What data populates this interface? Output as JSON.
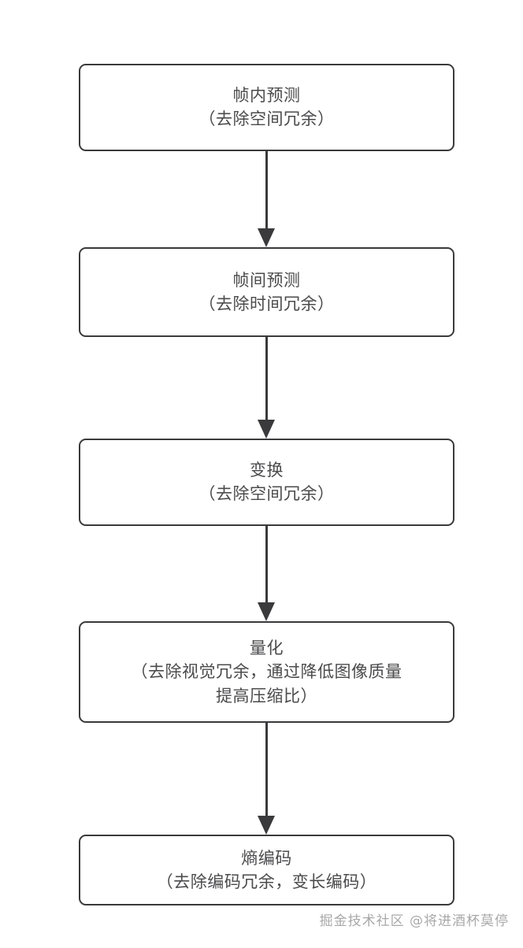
{
  "diagram": {
    "type": "flowchart",
    "orientation": "vertical",
    "background_color": "#ffffff",
    "node_border_color": "#3a3a3c",
    "text_color": "#4b4b4d",
    "connector_color": "#3a3a3c",
    "nodes": [
      {
        "id": "intra-prediction",
        "title": "帧内预测",
        "subtitle": "（去除空间冗余）",
        "lines": []
      },
      {
        "id": "inter-prediction",
        "title": "帧间预测",
        "subtitle": "（去除时间冗余）",
        "lines": []
      },
      {
        "id": "transform",
        "title": "变换",
        "subtitle": "（去除空间冗余）",
        "lines": []
      },
      {
        "id": "quantization",
        "title": "量化",
        "subtitle": "（去除视觉冗余，通过降低图像质量",
        "lines": [
          "提高压缩比）"
        ]
      },
      {
        "id": "entropy-coding",
        "title": "熵编码",
        "subtitle": "（去除编码冗余，变长编码）",
        "lines": []
      }
    ],
    "connectors": [
      {
        "from": "intra-prediction",
        "to": "inter-prediction",
        "style": "arrow-down"
      },
      {
        "from": "inter-prediction",
        "to": "transform",
        "style": "arrow-down"
      },
      {
        "from": "transform",
        "to": "quantization",
        "style": "arrow-down"
      },
      {
        "from": "quantization",
        "to": "entropy-coding",
        "style": "arrow-down"
      }
    ]
  },
  "watermark": {
    "text": "掘金技术社区 @将进酒杯莫停"
  }
}
